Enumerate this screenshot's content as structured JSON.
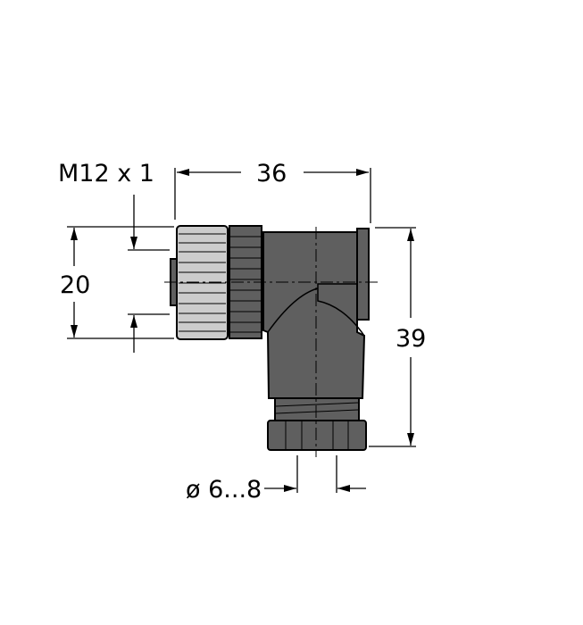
{
  "dimensions": {
    "thread": "M12 x 1",
    "length": "36",
    "nut_diameter": "20",
    "height": "39",
    "cable_diameter": "ø 6...8"
  },
  "colors": {
    "coupling_nut": "#cccccc",
    "body": "#5f5f5f",
    "outline": "#000000"
  }
}
